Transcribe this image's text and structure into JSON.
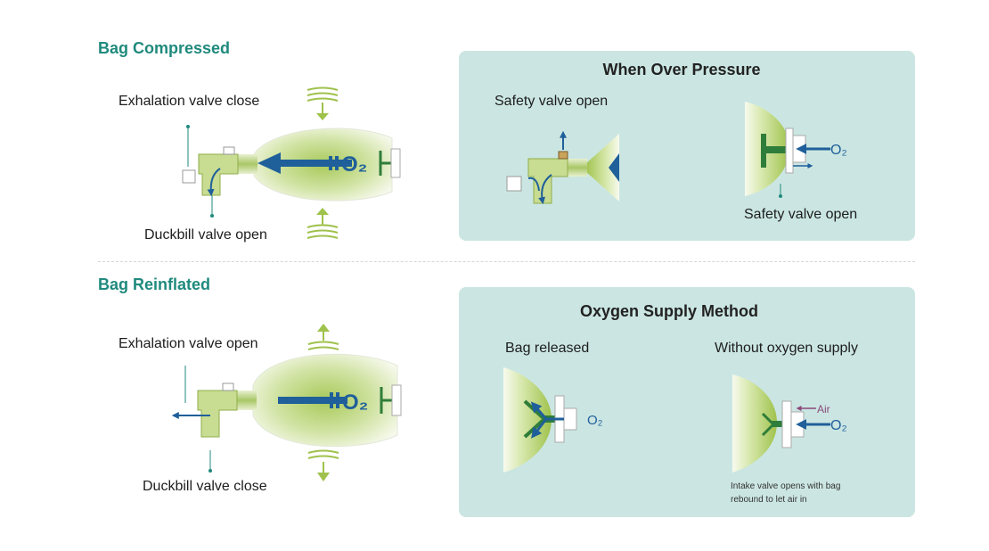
{
  "compressed": {
    "title": "Bag Compressed",
    "label_top": "Exhalation valve close",
    "label_bottom": "Duckbill valve open",
    "o2": "O₂"
  },
  "reinflated": {
    "title": "Bag Reinflated",
    "label_top": "Exhalation valve open",
    "label_bottom": "Duckbill valve close",
    "o2": "O₂"
  },
  "over_pressure": {
    "title": "When Over Pressure",
    "label_left": "Safety valve open",
    "label_right": "Safety valve open",
    "o2": "O₂"
  },
  "oxygen_supply": {
    "title": "Oxygen Supply Method",
    "label_left": "Bag released",
    "label_right": "Without oxygen supply",
    "o2_left": "O₂",
    "o2_right": "O₂",
    "air": "Air",
    "note_line1": "Intake valve opens with bag",
    "note_line2": "rebound to let air in"
  },
  "colors": {
    "teal_title": "#1f8a7d",
    "panel_bg": "#cbe6e2",
    "arrow_blue": "#1f5f9a",
    "bag_green": "#b9d27a",
    "valve_green": "#2f7d3a",
    "air_purple": "#8a4a7a"
  }
}
